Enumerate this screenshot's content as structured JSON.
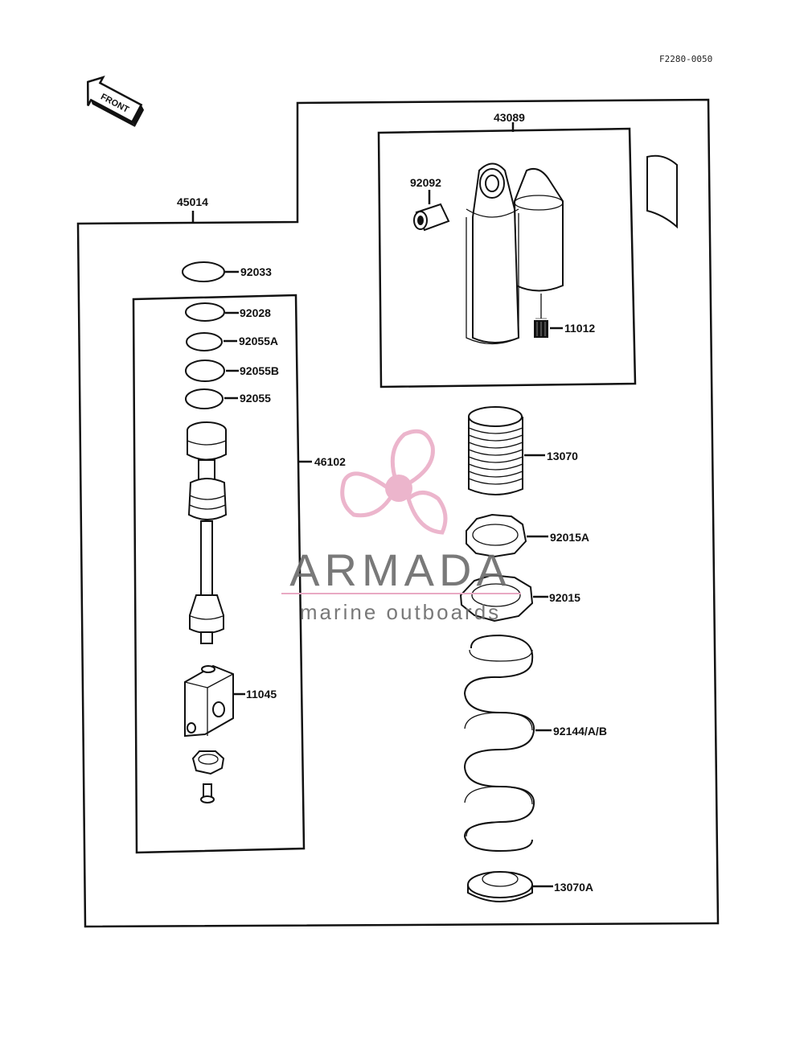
{
  "header": {
    "diagram_ref": "F2280-0050"
  },
  "front_arrow": {
    "label": "FRONT"
  },
  "assemblies": {
    "outer": "45014",
    "cartridge": "46102",
    "shock_body": "43089"
  },
  "parts": {
    "p92033": "92033",
    "p92028": "92028",
    "p92055a": "92055A",
    "p92055b": "92055B",
    "p92055": "92055",
    "p11045": "11045",
    "p92092": "92092",
    "p11012": "11012",
    "p13070": "13070",
    "p92015a": "92015A",
    "p92015": "92015",
    "p92144": "92144/A/B",
    "p13070a": "13070A"
  },
  "watermark": {
    "brand": "ARMADA",
    "tagline": "marine outboards",
    "colors": {
      "logo": "#e9a9c4",
      "text": "#6b6b6b"
    }
  }
}
